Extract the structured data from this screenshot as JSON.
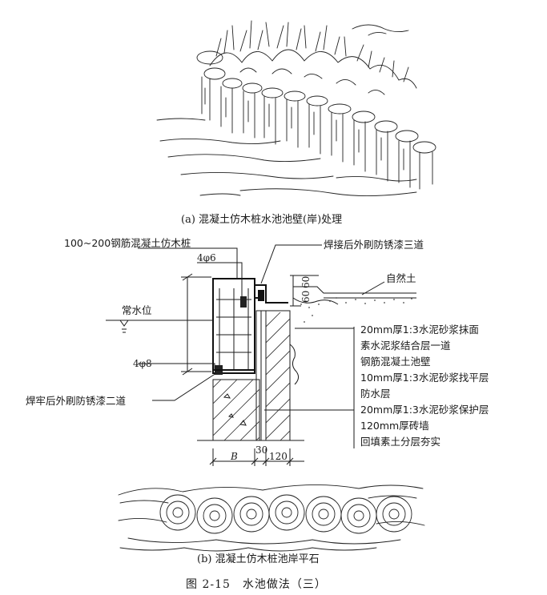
{
  "captions": {
    "a": "(a) 混凝土仿木桩水池池壁(岸)处理",
    "b": "(b) 混凝土仿木桩池岸平石",
    "figure": "图 2-15　水池做法（三）"
  },
  "labels": {
    "pile": "100~200钢筋混凝土仿木桩",
    "weld_top": "焊接后外刷防锈漆三道",
    "rebar_top": "4φ6",
    "water_level": "常水位",
    "rebar_bottom": "4φ8",
    "weld_bottom": "焊牢后外刷防锈漆二道",
    "natural_soil": "自然土",
    "dim_60a": "60",
    "dim_60b": "60"
  },
  "layers": [
    "20mm厚1:3水泥砂浆抹面",
    "素水泥浆结合层一道",
    "钢筋混凝土池壁",
    "10mm厚1:3水泥砂浆找平层",
    "防水层",
    "20mm厚1:3水泥砂浆保护层",
    "120mm厚砖墙",
    "回填素土分层夯实"
  ],
  "dimensions": {
    "b": "B",
    "d30": "30",
    "d120": "120"
  }
}
